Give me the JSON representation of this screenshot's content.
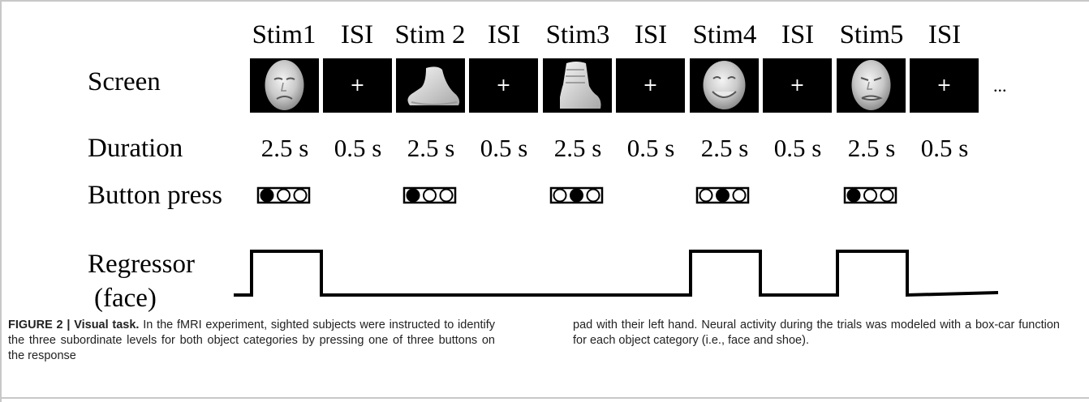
{
  "diagram": {
    "column_headers": [
      "Stim1",
      "ISI",
      "Stim 2",
      "ISI",
      "Stim3",
      "ISI",
      "Stim4",
      "ISI",
      "Stim5",
      "ISI"
    ],
    "row_labels": {
      "screen": "Screen",
      "duration": "Duration",
      "button_press": "Button press",
      "regressor_line1": "Regressor",
      "regressor_line2": "(face)"
    },
    "screens": [
      "face-neutral",
      "fixation-cross",
      "shoe",
      "fixation-cross",
      "boot",
      "fixation-cross",
      "face-smiling",
      "fixation-cross",
      "face-disgust",
      "fixation-cross"
    ],
    "fixation_symbol": "+",
    "ellipsis": "...",
    "durations": [
      "2.5 s",
      "0.5 s",
      "2.5 s",
      "0.5 s",
      "2.5 s",
      "0.5 s",
      "2.5 s",
      "0.5 s",
      "2.5 s",
      "0.5 s"
    ],
    "button_presses": [
      1,
      1,
      2,
      2,
      1
    ],
    "regressor_face": [
      1,
      0,
      0,
      0,
      0,
      0,
      1,
      0,
      1,
      0
    ]
  },
  "caption": {
    "label": "FIGURE 2 | Visual task.",
    "left_text": " In the fMRI experiment, sighted subjects were instructed to identify the three subordinate levels for both object categories by pressing one of three buttons on the response",
    "right_text": "pad with their left hand. Neural activity during the trials was modeled with a box-car function for each object category (i.e., face and shoe)."
  },
  "colors": {
    "panel": "#000000",
    "line": "#000000",
    "text": "#000000",
    "frame": "#c8c8c8"
  }
}
